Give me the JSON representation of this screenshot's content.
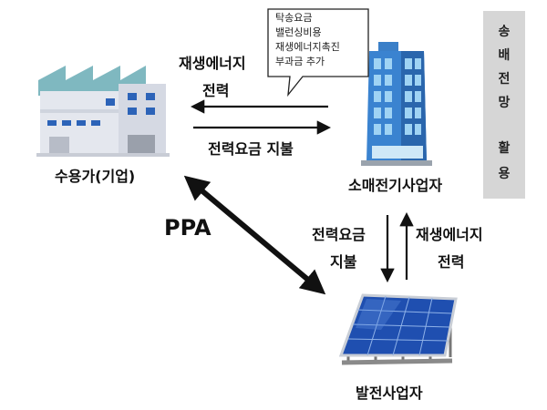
{
  "nodes": {
    "consumer": "수용가(기업)",
    "retailer": "소매전기사업자",
    "generator": "발전사업자"
  },
  "edges": {
    "retailer_to_consumer_line1": "재생에너지",
    "retailer_to_consumer_line2": "전력",
    "consumer_to_retailer": "전력요금 지불",
    "ppa": "PPA",
    "retailer_to_generator_line1": "전력요금",
    "retailer_to_generator_line2": "지불",
    "generator_to_retailer_line1": "재생에너지",
    "generator_to_retailer_line2": "전력"
  },
  "bubble": {
    "lines": [
      "탁송요금",
      "밸런싱비용",
      "재생에너지촉진",
      "부과금 추가"
    ]
  },
  "side_label": {
    "chars": [
      "송",
      "배",
      "전",
      "망",
      "활",
      "용"
    ]
  }
}
